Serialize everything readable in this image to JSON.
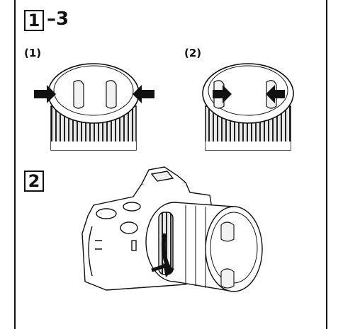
{
  "step1": {
    "number": "1",
    "suffix": "–3"
  },
  "sub1": "(1)",
  "sub2": "(2)",
  "step2": {
    "number": "2"
  },
  "icons": {
    "inward_arrow": "arrow-icon",
    "rotate_arrow": "rotate-arrow-icon"
  }
}
